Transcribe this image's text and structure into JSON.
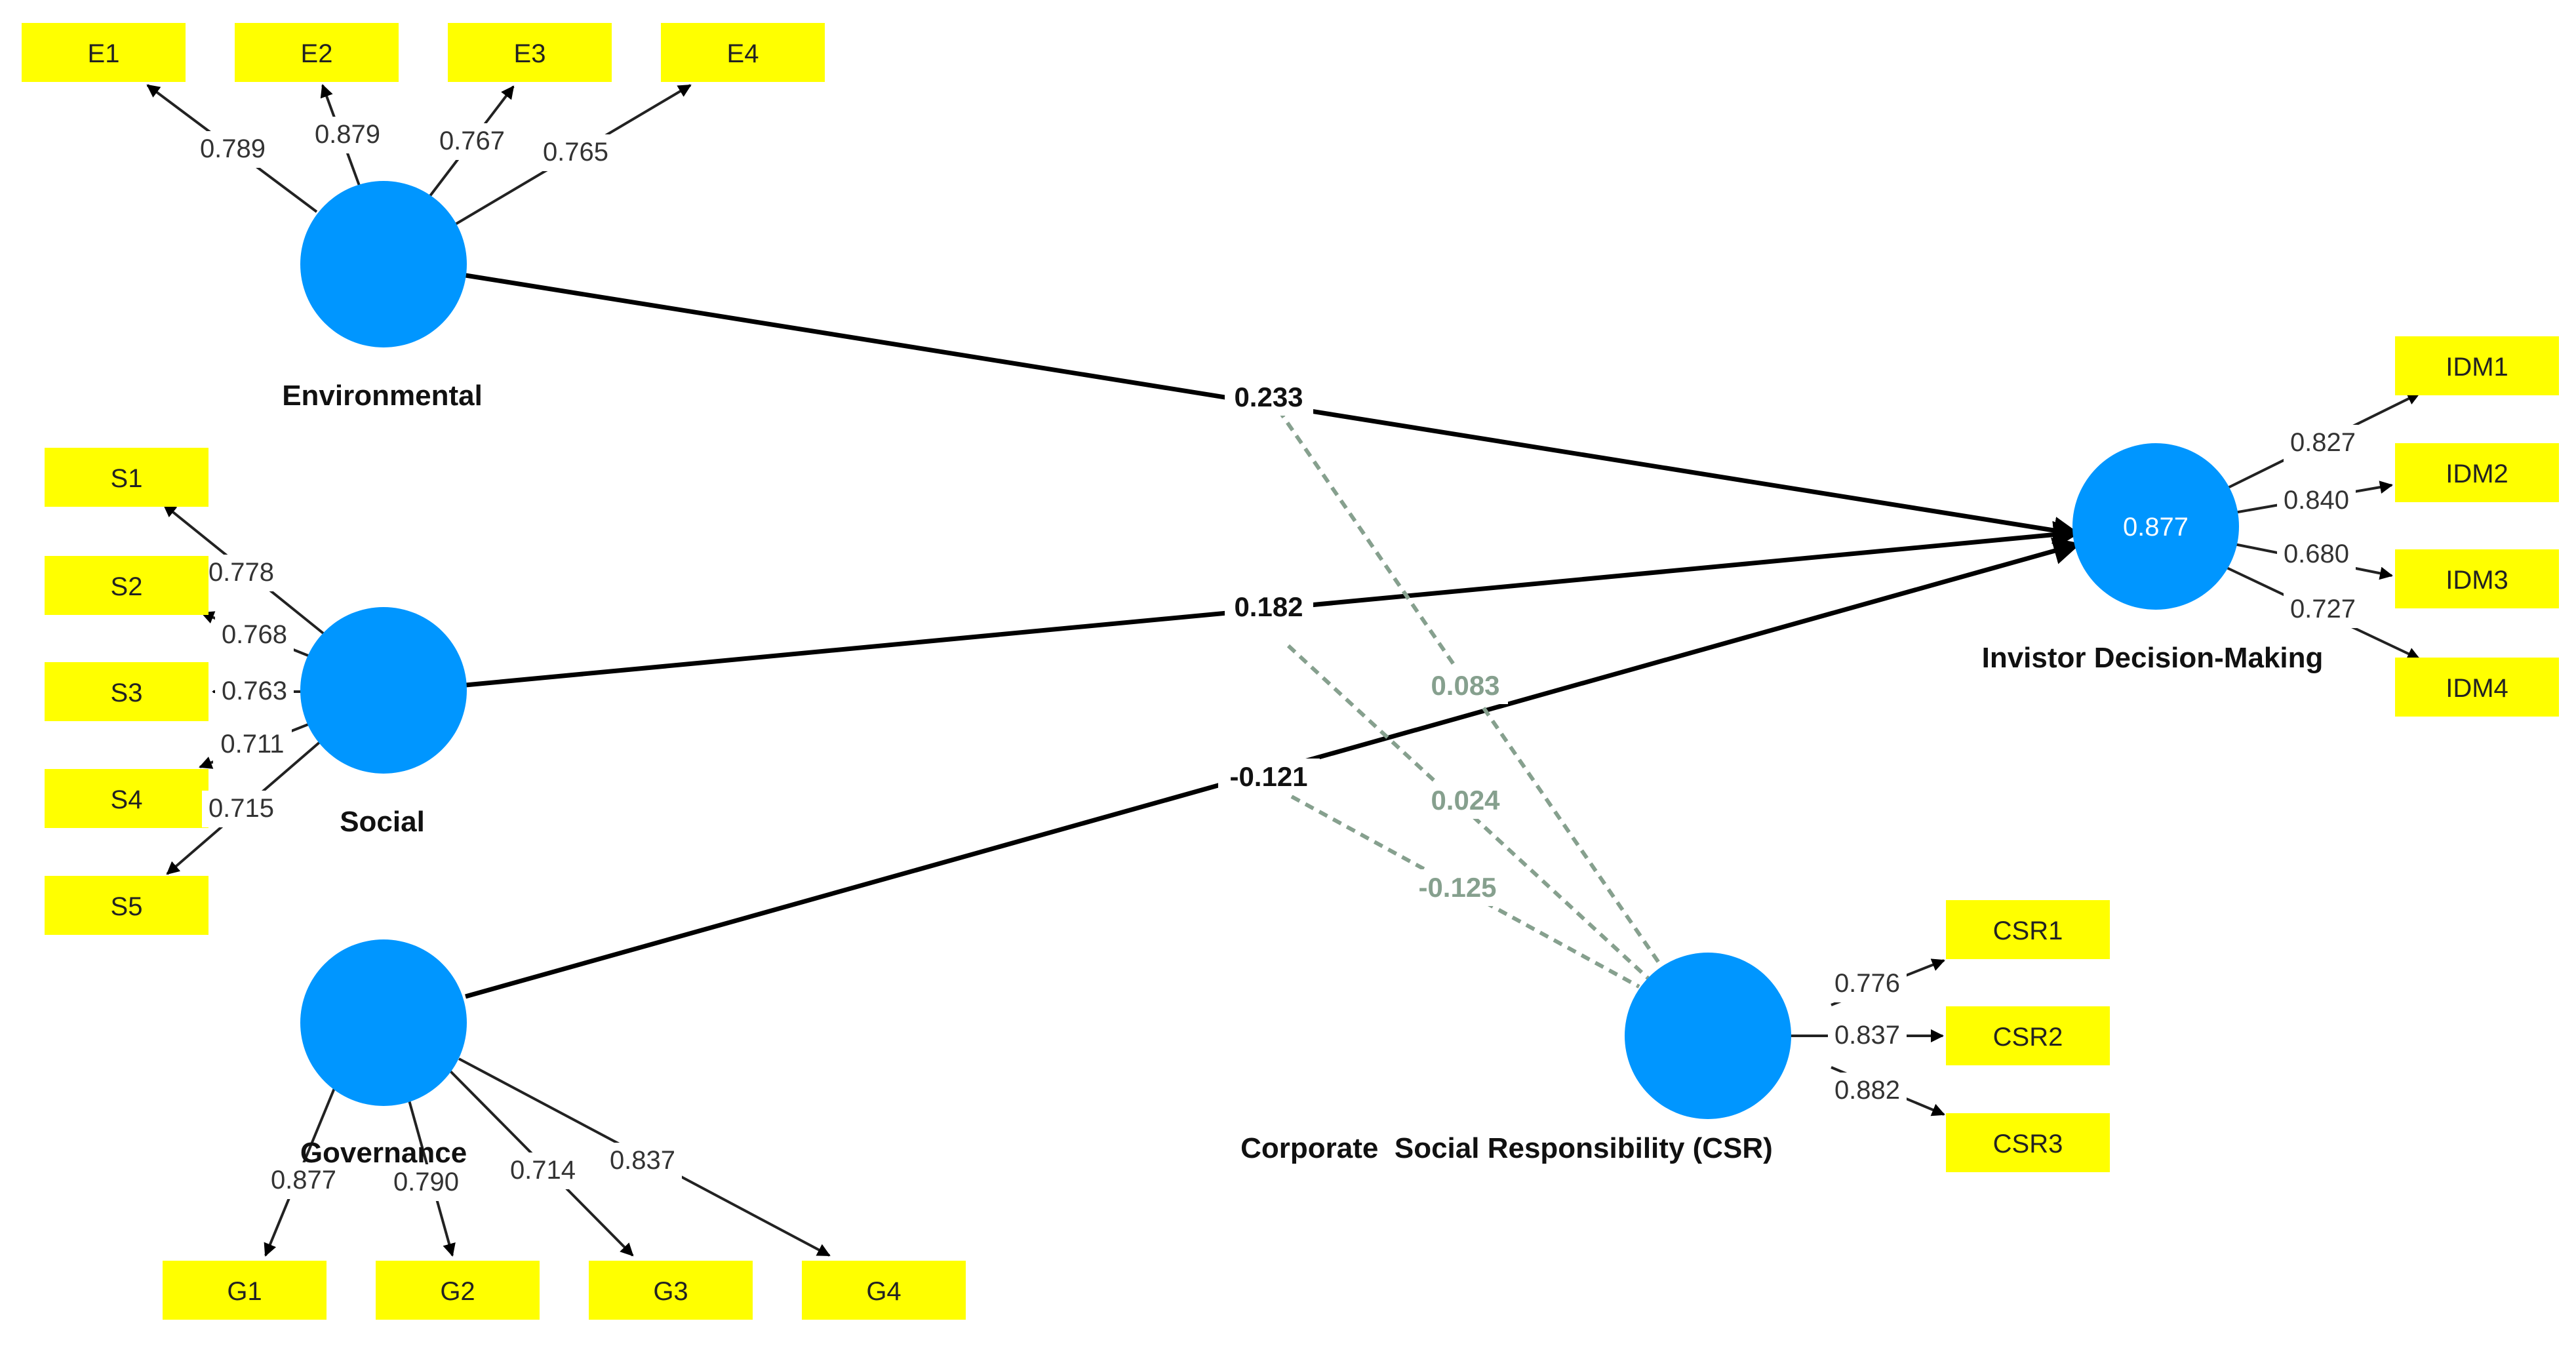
{
  "constructs": [
    {
      "id": "env",
      "name": "Environmental",
      "r2": ""
    },
    {
      "id": "soc",
      "name": "Social",
      "r2": ""
    },
    {
      "id": "gov",
      "name": "Governance",
      "r2": ""
    },
    {
      "id": "idm",
      "name": "Invistor Decision-Making",
      "r2": "0.877"
    },
    {
      "id": "csr",
      "name": "Corporate  Social Responsibility (CSR)",
      "r2": ""
    }
  ],
  "indicators": [
    {
      "id": "E1",
      "construct": "env",
      "loading": "0.789"
    },
    {
      "id": "E2",
      "construct": "env",
      "loading": "0.879"
    },
    {
      "id": "E3",
      "construct": "env",
      "loading": "0.767"
    },
    {
      "id": "E4",
      "construct": "env",
      "loading": "0.765"
    },
    {
      "id": "S1",
      "construct": "soc",
      "loading": "0.778"
    },
    {
      "id": "S2",
      "construct": "soc",
      "loading": "0.768"
    },
    {
      "id": "S3",
      "construct": "soc",
      "loading": "0.763"
    },
    {
      "id": "S4",
      "construct": "soc",
      "loading": "0.711"
    },
    {
      "id": "S5",
      "construct": "soc",
      "loading": "0.715"
    },
    {
      "id": "G1",
      "construct": "gov",
      "loading": "0.877"
    },
    {
      "id": "G2",
      "construct": "gov",
      "loading": "0.790"
    },
    {
      "id": "G3",
      "construct": "gov",
      "loading": "0.714"
    },
    {
      "id": "G4",
      "construct": "gov",
      "loading": "0.837"
    },
    {
      "id": "IDM1",
      "construct": "idm",
      "loading": "0.827"
    },
    {
      "id": "IDM2",
      "construct": "idm",
      "loading": "0.840"
    },
    {
      "id": "IDM3",
      "construct": "idm",
      "loading": "0.680"
    },
    {
      "id": "IDM4",
      "construct": "idm",
      "loading": "0.727"
    },
    {
      "id": "CSR1",
      "construct": "csr",
      "loading": "0.776"
    },
    {
      "id": "CSR2",
      "construct": "csr",
      "loading": "0.837"
    },
    {
      "id": "CSR3",
      "construct": "csr",
      "loading": "0.882"
    }
  ],
  "paths": [
    {
      "from": "env",
      "to": "idm",
      "coef": "0.233"
    },
    {
      "from": "soc",
      "to": "idm",
      "coef": "0.182"
    },
    {
      "from": "gov",
      "to": "idm",
      "coef": "-0.121"
    }
  ],
  "moderating_effects": [
    {
      "path": "env",
      "coef": "0.083"
    },
    {
      "path": "soc",
      "coef": "0.024"
    },
    {
      "path": "gov",
      "coef": "-0.125"
    }
  ],
  "colors": {
    "construct_fill": "#0096ff",
    "indicator_fill": "#ffff00",
    "path_line": "#000000",
    "moderator_line": "#86a08e"
  }
}
